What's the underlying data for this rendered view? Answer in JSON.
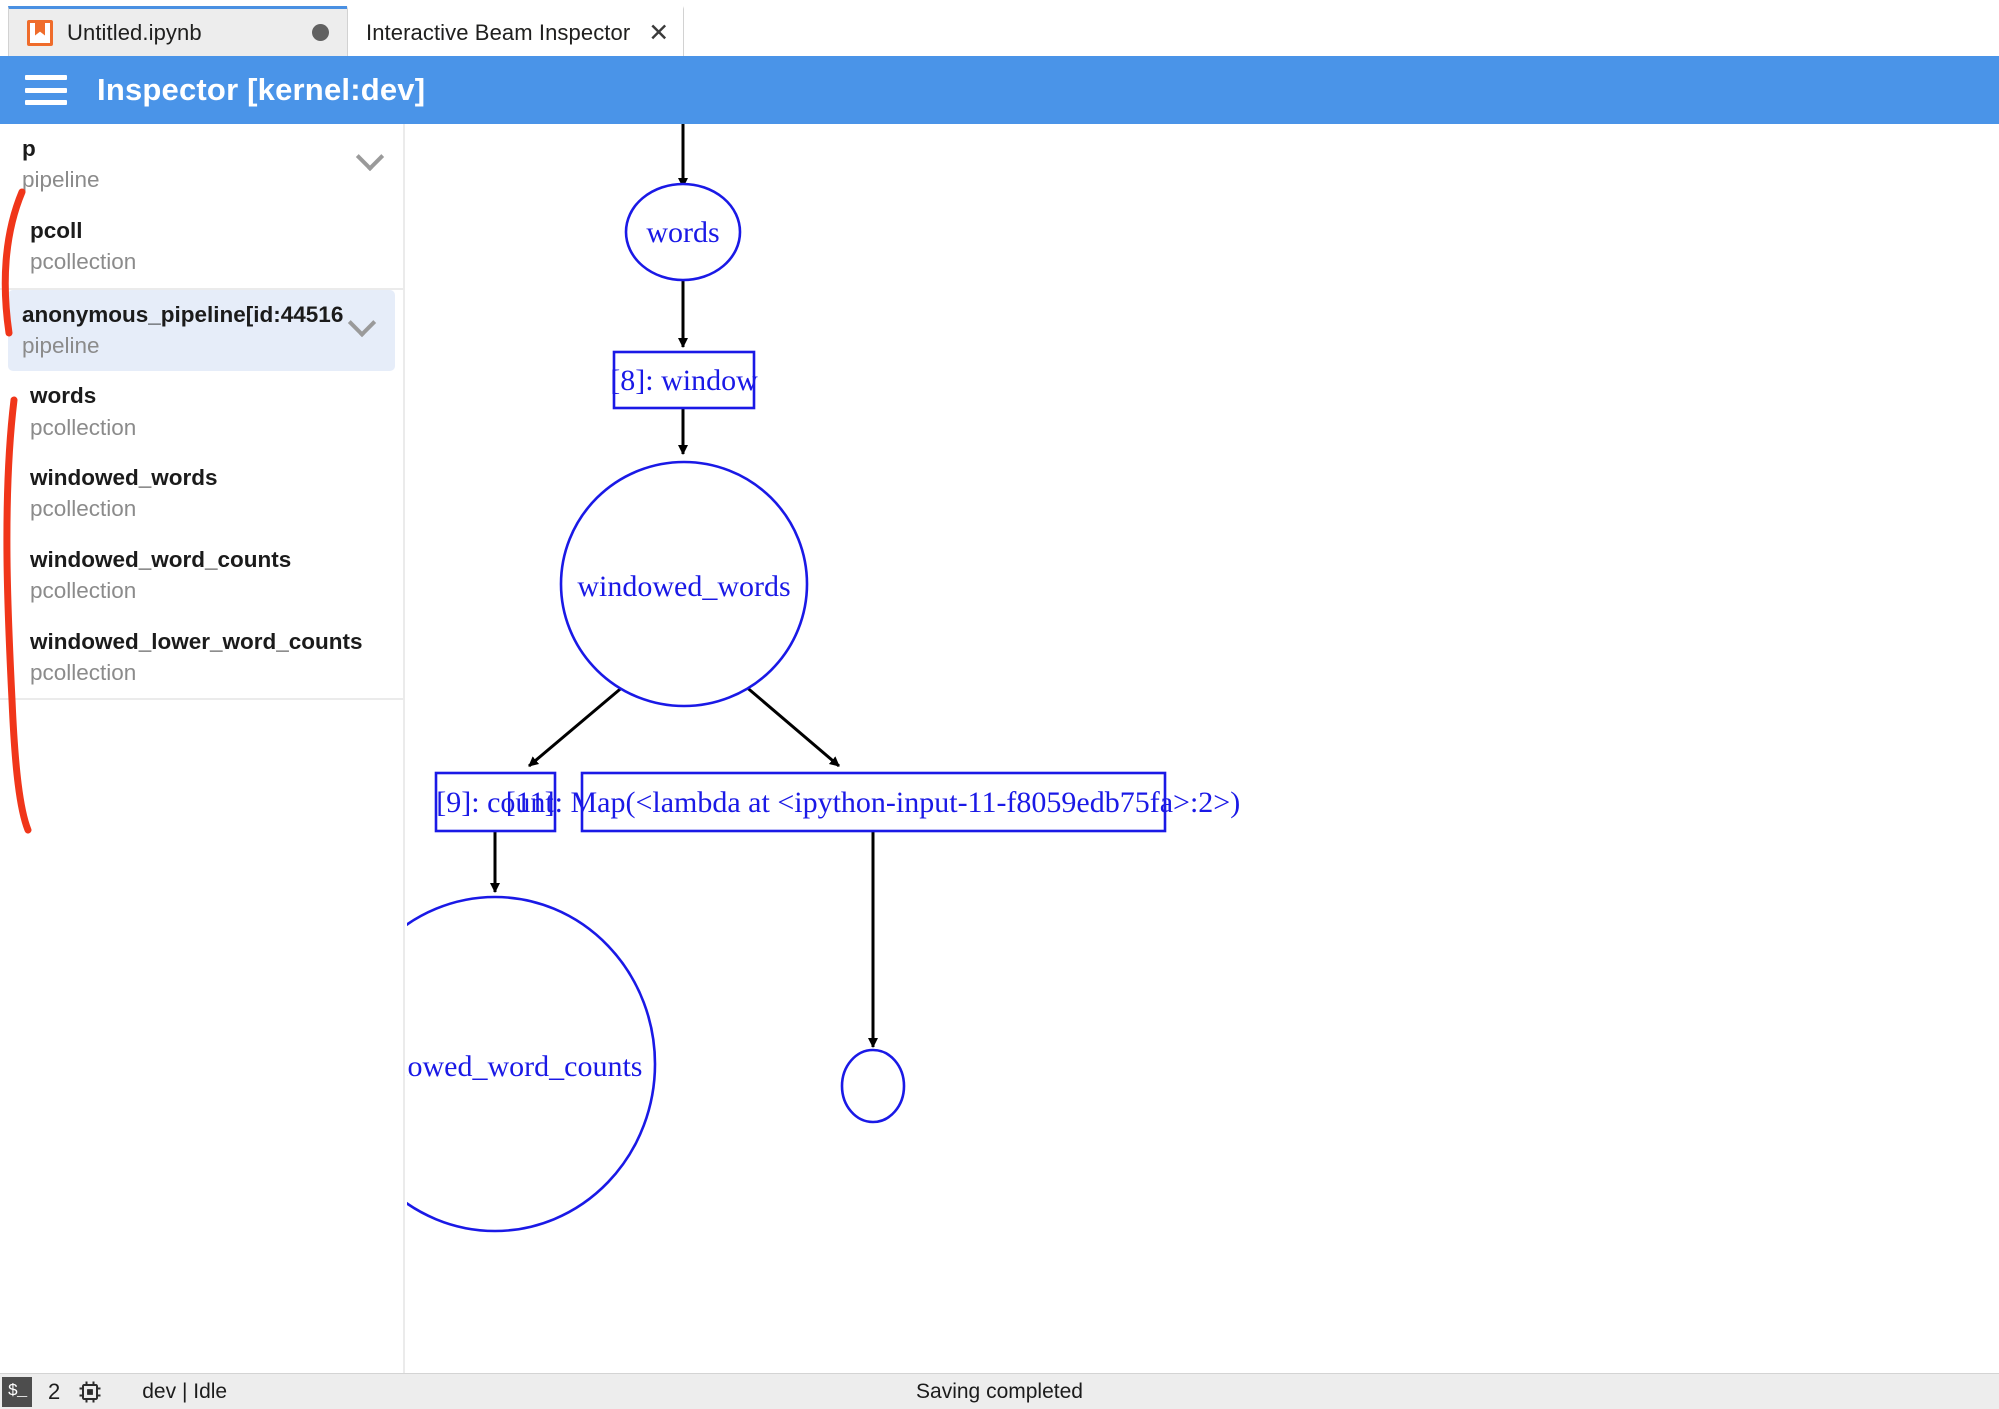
{
  "tabs": [
    {
      "label": "Untitled.ipynb",
      "icon": "notebook-icon",
      "state": "inactive",
      "modified_dot": true
    },
    {
      "label": "Interactive Beam Inspector",
      "close": "✕",
      "state": "active",
      "modified_dot": false
    }
  ],
  "header": {
    "menu_icon": "hamburger-menu-icon",
    "title": "Inspector [kernel:dev]",
    "accent_color": "#4a94e8"
  },
  "sidebar": {
    "groups": [
      {
        "items": [
          {
            "name": "p",
            "type": "pipeline",
            "expandable": true,
            "selected": false,
            "indent": false
          },
          {
            "name": "pcoll",
            "type": "pcollection",
            "expandable": false,
            "selected": false,
            "indent": true
          }
        ]
      },
      {
        "items": [
          {
            "name": "anonymous_pipeline[id:44516…",
            "type": "pipeline",
            "expandable": true,
            "selected": true,
            "indent": false
          },
          {
            "name": "words",
            "type": "pcollection",
            "expandable": false,
            "selected": false,
            "indent": true
          },
          {
            "name": "windowed_words",
            "type": "pcollection",
            "expandable": false,
            "selected": false,
            "indent": true
          },
          {
            "name": "windowed_word_counts",
            "type": "pcollection",
            "expandable": false,
            "selected": false,
            "indent": true
          },
          {
            "name": "windowed_lower_word_counts",
            "type": "pcollection",
            "expandable": false,
            "selected": false,
            "indent": true
          }
        ]
      }
    ],
    "selected_bg": "#e6edf9",
    "chevron_icon": "chevron-down-icon"
  },
  "graph": {
    "node_color": "#1a19e6",
    "edge_color": "#000000",
    "nodes": [
      {
        "id": "words",
        "label": "words",
        "shape": "ellipse"
      },
      {
        "id": "window",
        "label": "[8]: window",
        "shape": "box"
      },
      {
        "id": "windowed_words",
        "label": "windowed_words",
        "shape": "ellipse"
      },
      {
        "id": "count",
        "label": "[9]: count",
        "shape": "box"
      },
      {
        "id": "map_lambda",
        "label": "[11]: Map(<lambda at <ipython-input-11-f8059edb75fa>:2>)",
        "shape": "box"
      },
      {
        "id": "windowed_word_counts",
        "label": "windowed_word_counts",
        "shape": "ellipse"
      },
      {
        "id": "unnamed_small",
        "label": "",
        "shape": "ellipse"
      }
    ],
    "edges": [
      {
        "from": "root",
        "to": "words"
      },
      {
        "from": "words",
        "to": "window"
      },
      {
        "from": "window",
        "to": "windowed_words"
      },
      {
        "from": "windowed_words",
        "to": "count"
      },
      {
        "from": "windowed_words",
        "to": "map_lambda"
      },
      {
        "from": "count",
        "to": "windowed_word_counts"
      },
      {
        "from": "map_lambda",
        "to": "unnamed_small"
      }
    ]
  },
  "annotations": {
    "color": "#f0361a",
    "marks": [
      {
        "name": "bracket-pipeline-p"
      },
      {
        "name": "bracket-anonymous-pipeline"
      }
    ]
  },
  "statusbar": {
    "terminal_icon": "terminal-icon",
    "terminal_glyph": "$_",
    "terminal_count": "2",
    "kernel_icon": "cpu-chip-icon",
    "kernel_status": "dev | Idle",
    "message": "Saving completed"
  }
}
